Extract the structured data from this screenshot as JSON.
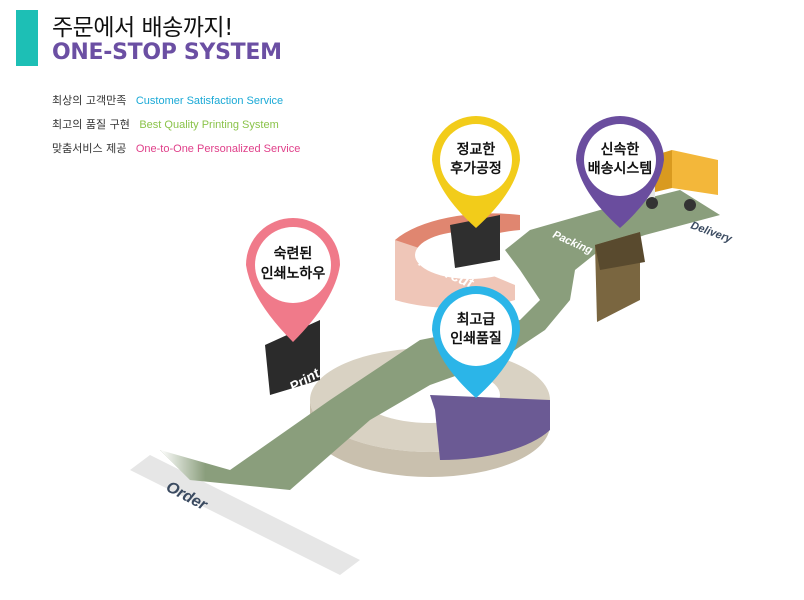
{
  "header": {
    "title_ko": "주문에서 배송까지!",
    "title_en": "ONE-STOP SYSTEM",
    "accent_color": "#1dbfb5",
    "title_color": "#6b4fa3"
  },
  "features": [
    {
      "ko": "최상의 고객만족",
      "en": "Customer Satisfaction Service",
      "color": "#1aa9d6"
    },
    {
      "ko": "최고의 품질 구현",
      "en": "Best Quality Printing System",
      "color": "#8bc34a"
    },
    {
      "ko": "맞춤서비스 제공",
      "en": "One-to-One Personalized Service",
      "color": "#e0408a"
    }
  ],
  "stages": {
    "order": "Order",
    "print": "Print",
    "aftercut": "Aftercut",
    "packing": "Packing",
    "delivery": "Delivery"
  },
  "pins": {
    "skilled": {
      "line1": "숙련된",
      "line2": "인쇄노하우",
      "color": "#f07a8a"
    },
    "quality": {
      "line1": "최고급",
      "line2": "인쇄품질",
      "color": "#2bb5e8"
    },
    "postprocess": {
      "line1": "정교한",
      "line2": "후가공정",
      "color": "#f2cc1a"
    },
    "shipping": {
      "line1": "신속한",
      "line2": "배송시스템",
      "color": "#6a4d9e"
    }
  }
}
